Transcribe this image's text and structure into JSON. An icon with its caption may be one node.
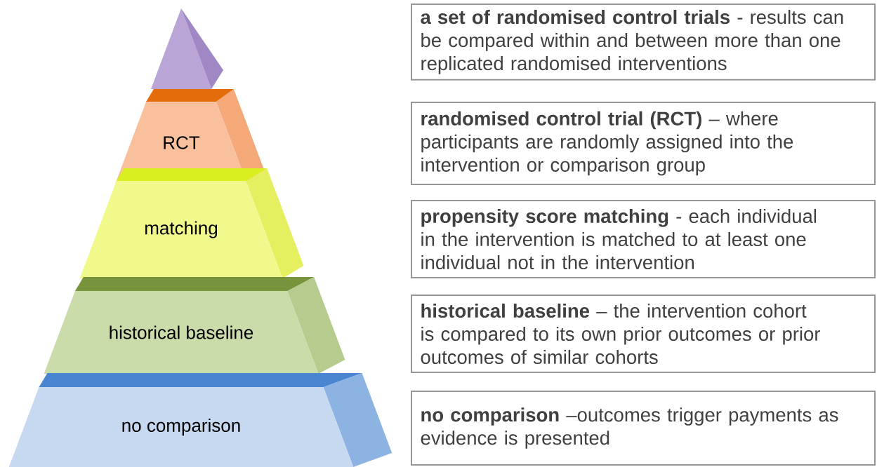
{
  "diagram": {
    "nodes": [
      {
        "text": [],
        "shape": "triangle"
      },
      {
        "text": [
          "RCT"
        ]
      },
      {
        "text": [
          "matching"
        ]
      },
      {
        "text": [
          "historical baseline"
        ]
      },
      {
        "text": [
          "no comparison"
        ]
      },
      {
        "text": [
          "**a set of randomised control trials** - results can be compared within and between more than one replicated randomised interventions"
        ]
      },
      {
        "text": [
          "**randomised control trial (RCT)** – where participants are randomly assigned into the intervention or comparison group"
        ]
      },
      {
        "text": [
          "**propensity score matching** - each individual in the intervention is matched to at least one individual not in the intervention"
        ]
      },
      {
        "text": [
          "**historical baseline** – the intervention cohort is compared to its own prior outcomes or prior outcomes of similar cohorts"
        ]
      },
      {
        "text": [
          "**no comparison** –outcomes trigger payments as evidence is presented"
        ]
      }
    ]
  }
}
